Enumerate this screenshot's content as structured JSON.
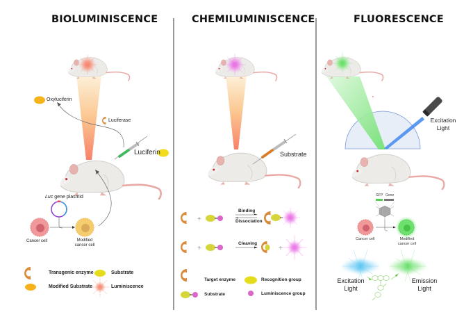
{
  "panels": [
    {
      "id": "bioluminescence",
      "title": "BIOLUMINISCENCE",
      "labels": {
        "oxyluciferin": "Oxyluciferin",
        "luciferase": "Luciferase",
        "luciferin": "Luciferin",
        "plasmid_italic": "Luc",
        "plasmid_rest": " gene plasmid",
        "cancer_cell": "Cancer cell",
        "modified_cancer_cell_1": "Modified",
        "modified_cancer_cell_2": "cancer cell"
      },
      "legend": [
        {
          "icon": "c-shaped-enzyme-icon",
          "label": "Transgenic enzyme",
          "color": "#d98a3a"
        },
        {
          "icon": "yellow-ellipse-icon",
          "label": "Substrate",
          "color": "#e6dc1e"
        },
        {
          "icon": "orange-ellipse-icon",
          "label": "Modified Substrate",
          "color": "#f5b21a"
        },
        {
          "icon": "glow-orange-icon",
          "label": "Luminiscence",
          "color": "#f08a6a"
        }
      ],
      "colors": {
        "glow": "#f4806a",
        "beam_top": "#fbe3b0",
        "beam_bottom": "#f7836a",
        "syringe_liquid": "#3dbb5a",
        "cancer_cell": "#f0989a",
        "modified_cell": "#f6cd6e"
      }
    },
    {
      "id": "chemiluminescence",
      "title": "CHEMILUMINISCENCE",
      "labels": {
        "substrate": "Substrate",
        "binding": "Binding",
        "dissociation": "Dissociation",
        "cleaving": "Cleaving",
        "plus": "+"
      },
      "legend": [
        {
          "icon": "c-shaped-enzyme-icon",
          "label": "Target enzyme",
          "color": "#d98a3a"
        },
        {
          "icon": "yellow-ellipse-icon",
          "label": "Recognition group",
          "color": "#e6dc1e"
        },
        {
          "icon": "substrate-conjugate-icon",
          "label": "Substrate",
          "color": "#d6d63a"
        },
        {
          "icon": "magenta-dot-icon",
          "label": "Luminiscence group",
          "color": "#d966c8"
        }
      ],
      "colors": {
        "glow": "#e070e0",
        "syringe_liquid": "#e07a1e"
      }
    },
    {
      "id": "fluorescence",
      "title": "FLUORESCENCE",
      "labels": {
        "excitation_light_top_1": "Excitation",
        "excitation_light_top_2": "Light",
        "gfp": "GFP",
        "gene": "Gene",
        "cancer_cell": "Cancer cell",
        "modified_cancer_cell_1": "Modified",
        "modified_cancer_cell_2": "cancer cell",
        "excitation_light_bottom_1": "Excitation",
        "excitation_light_bottom_2": "Light",
        "emission_light_1": "Emission",
        "emission_light_2": "Light"
      },
      "colors": {
        "glow": "#6ee86e",
        "green_beam": "#7de87d",
        "blue_beam": "#4a8ef0",
        "dome": "#e8eef8",
        "excitation": "#5cc8f0",
        "emission": "#74e074"
      }
    }
  ]
}
